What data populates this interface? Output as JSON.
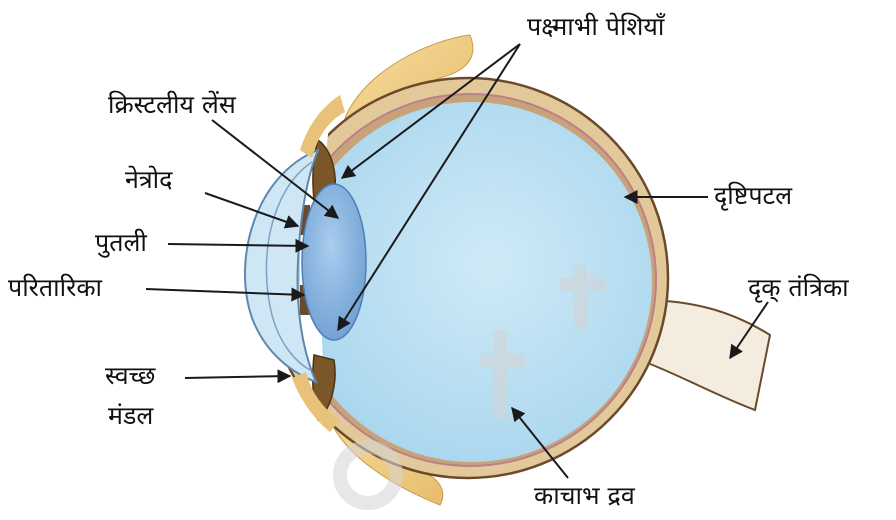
{
  "colors": {
    "eyeball_fill": "#bfe3f3",
    "sclera": "#e3c99a",
    "sclera_outline": "#6b4a2c",
    "retina_edge": "#b9818a",
    "lens": "#86b6e2",
    "cornea": "#cfe6f5",
    "eyelid_skin": "#f0cf88",
    "iris_dark": "#7a5628",
    "arrow": "#1a1a1a",
    "watermark": "#d4d4d4"
  },
  "labels": {
    "ciliary_muscles": "पक्ष्माभी पेशियाँ",
    "crystalline_lens": "क्रिस्टलीय लेंस",
    "iris": "नेत्रोद",
    "pupil": "पुतली",
    "ciliary_body": "परितारिका",
    "cornea_line1": "स्वच्छ",
    "cornea_line2": "मंडल",
    "retina": "दृष्टिपटल",
    "optic_nerve": "दृक् तंत्रिका",
    "vitreous_humour": "काचाभ द्रव"
  }
}
